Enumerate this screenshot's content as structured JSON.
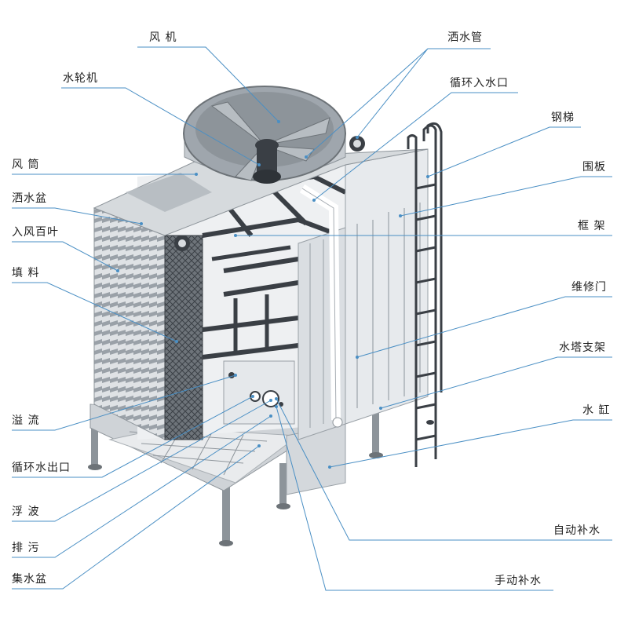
{
  "labels": {
    "fan": "风 机",
    "sprinkler_pipe": "洒水管",
    "water_wheel": "水轮机",
    "inlet": "循环入水口",
    "ladder": "钢梯",
    "air_duct": "风 筒",
    "panel": "围板",
    "sprinkler_basin": "洒水盆",
    "louver": "入风百叶",
    "frame": "框 架",
    "fill": "填 料",
    "door": "维修门",
    "tower_support": "水塔支架",
    "overflow": "溢 流",
    "tank": "水 缸",
    "outlet": "循环水出口",
    "float": "浮 波",
    "auto_makeup": "自动补水",
    "drain": "排 污",
    "basin": "集水盆",
    "manual_makeup": "手动补水"
  },
  "colors": {
    "leader": "#4a8fc4",
    "body": "#e3e6e9",
    "shade": "#c5cacf",
    "dark": "#3a3f45"
  }
}
